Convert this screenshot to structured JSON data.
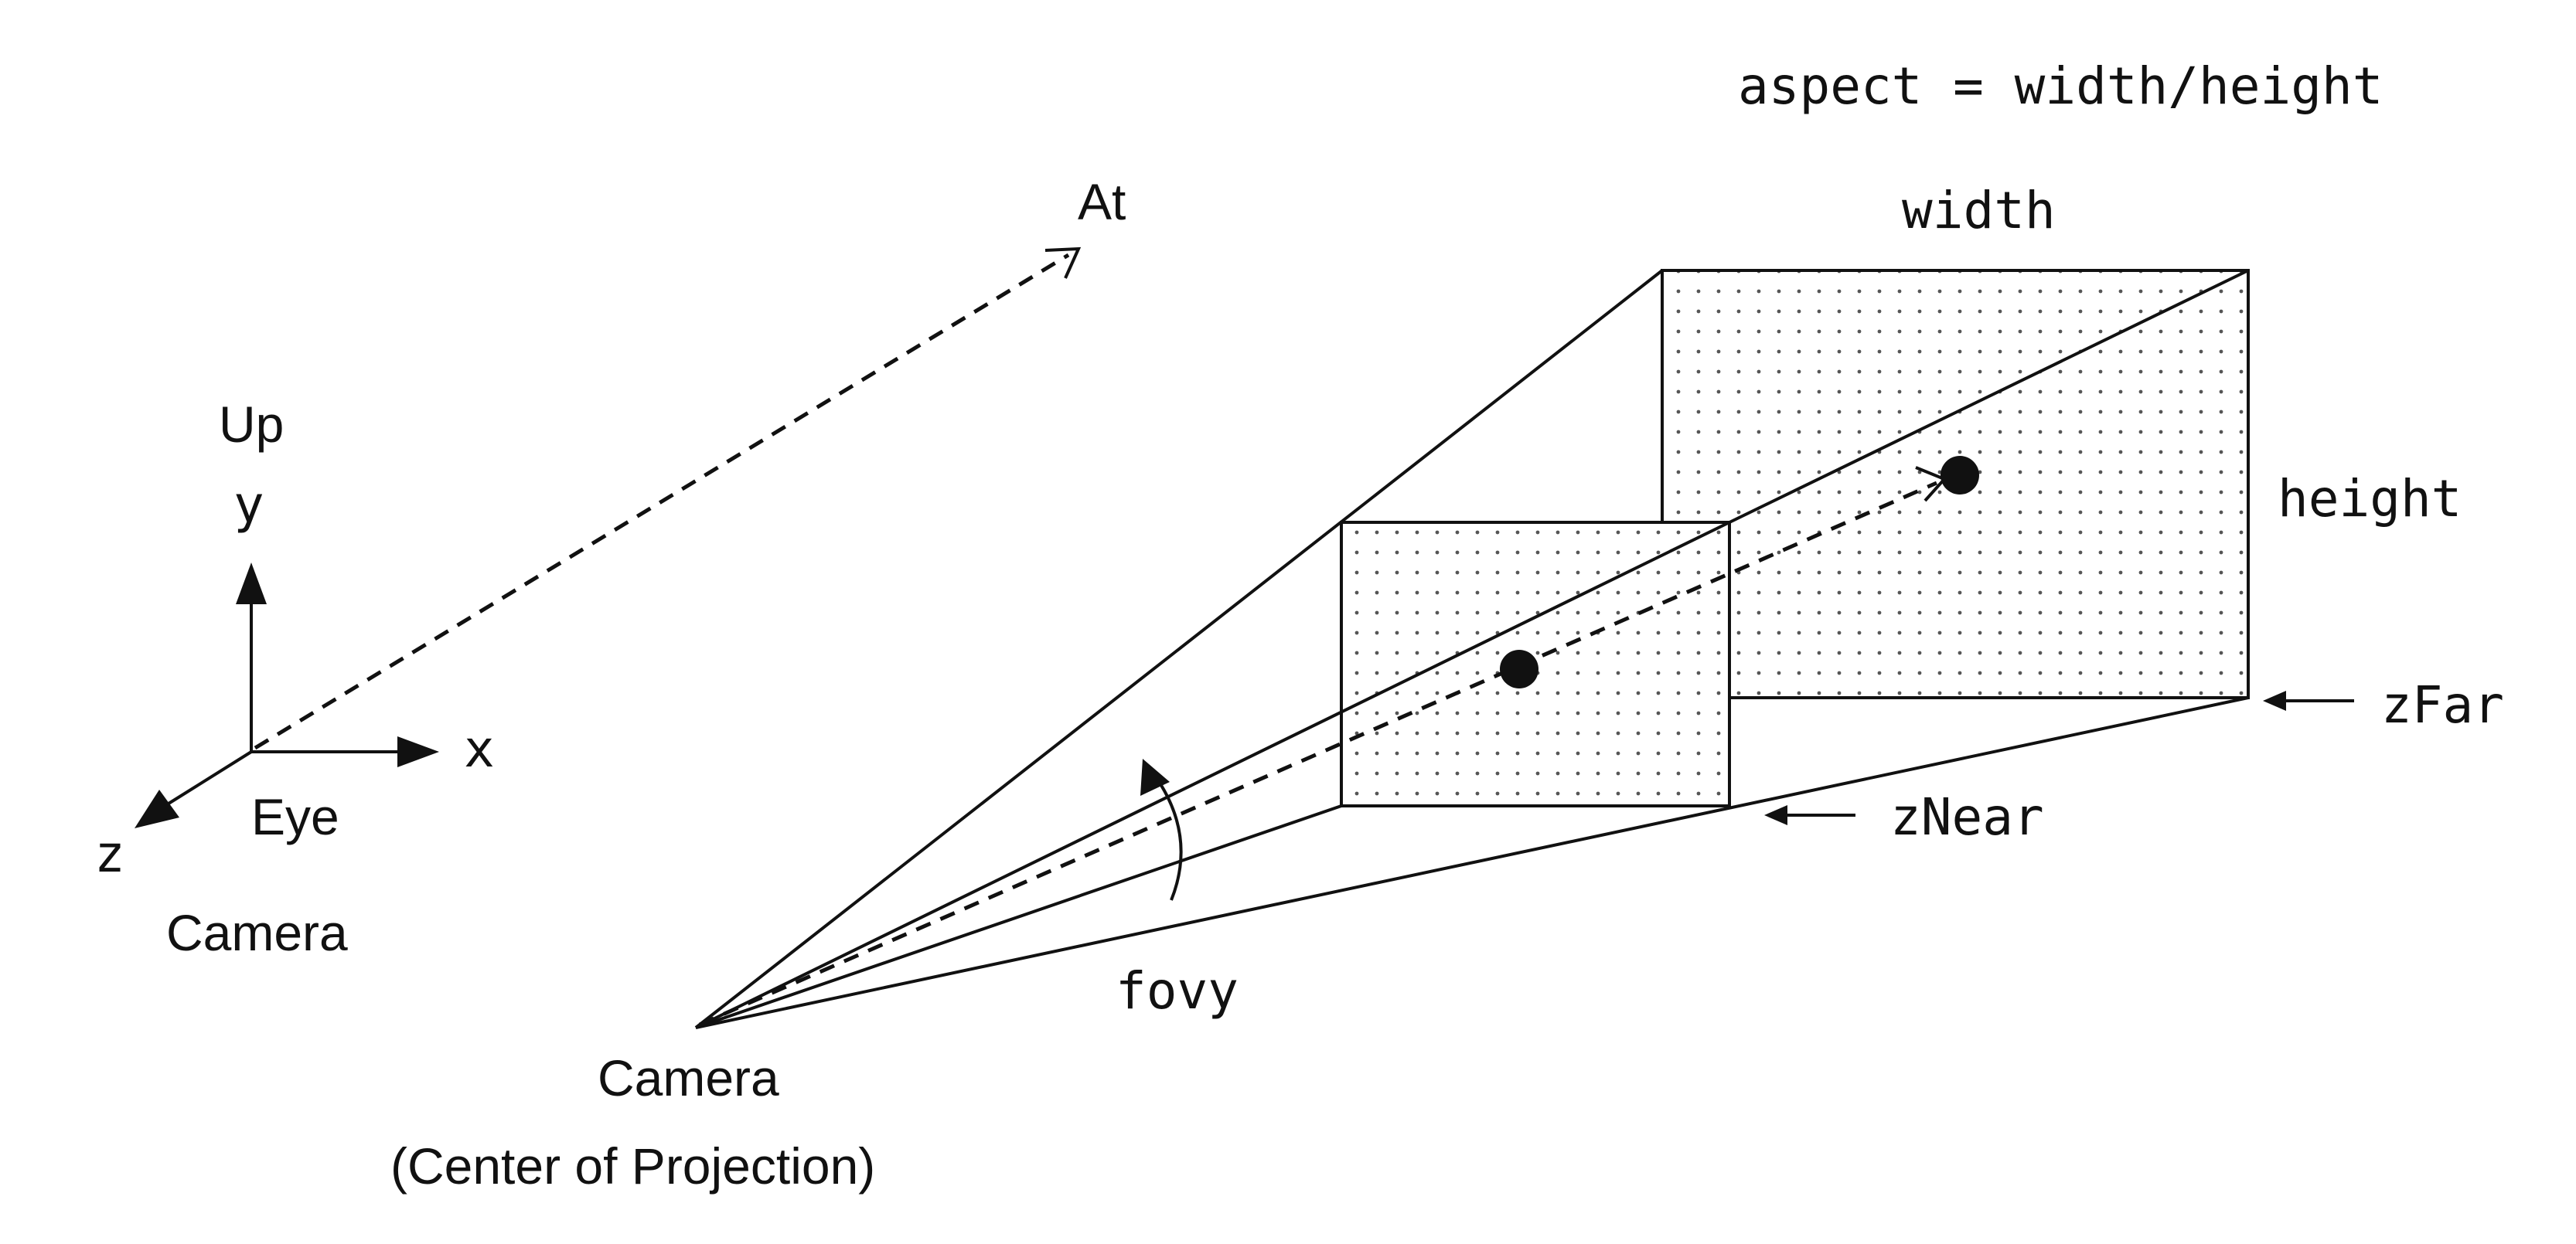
{
  "labels": {
    "aspect": "aspect = width/height",
    "width": "width",
    "height": "height",
    "at": "At",
    "up": "Up",
    "y_axis": "y",
    "x_axis": "x",
    "z_axis": "z",
    "eye": "Eye",
    "camera_left": "Camera",
    "fovy": "fovy",
    "znear": "zNear",
    "zfar": "zFar",
    "camera_bottom": "Camera",
    "center_of_projection": "(Center of Projection)"
  },
  "colors": {
    "ink": "#111111",
    "background": "#ffffff"
  }
}
